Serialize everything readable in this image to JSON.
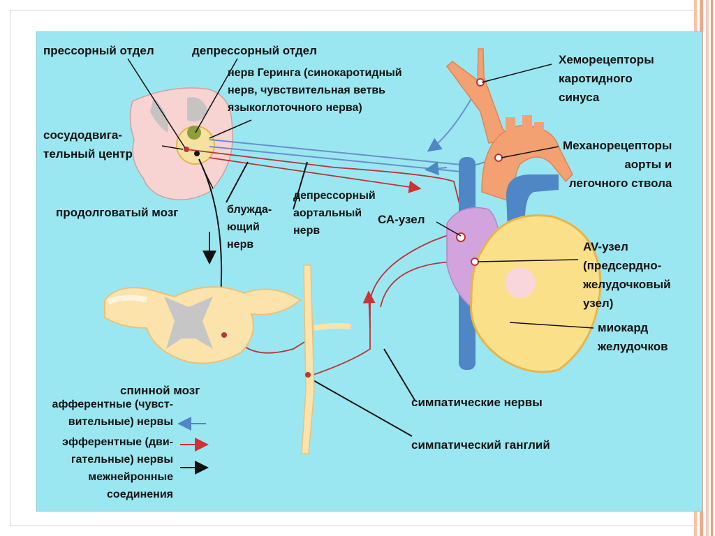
{
  "labels": {
    "pressor": "прессорный отдел",
    "depressor": "депрессорный отдел",
    "hering": [
      "нерв Геринга (синокаротидный",
      "нерв, чувствительная ветвь",
      "языкоглоточного нерва)"
    ],
    "vasomotor": [
      "сосудодвига-",
      "тельный центр"
    ],
    "medulla": "продолговатый мозг",
    "vagus": [
      "блужда-",
      "ющий",
      "нерв"
    ],
    "aortic": [
      "депрессорный",
      "аортальный",
      "нерв"
    ],
    "sa_node": "СА-узел",
    "chemo": [
      "Хеморецепторы",
      "каротидного",
      "синуса"
    ],
    "mechano": [
      "Механорецепторы",
      "аорты и",
      "легочного ствола"
    ],
    "av_node": [
      "AV-узел",
      "(предсердно-",
      "желудочковый",
      "узел)"
    ],
    "myocardium": [
      "миокард",
      "желудочков"
    ],
    "spinal": "спинной мозг",
    "symp_nerves": "симпатические нервы",
    "symp_ganglion": "симпатический ганглий"
  },
  "legend": [
    {
      "text": [
        "афферентные (чувст-",
        "вительные) нервы"
      ],
      "color": "#4f86c6"
    },
    {
      "text": [
        "эфферентные (дви-",
        "гательные) нервы"
      ],
      "color": "#cc3333"
    },
    {
      "text": [
        "межнейронные",
        "соединения"
      ],
      "color": "#111111"
    }
  ]
}
